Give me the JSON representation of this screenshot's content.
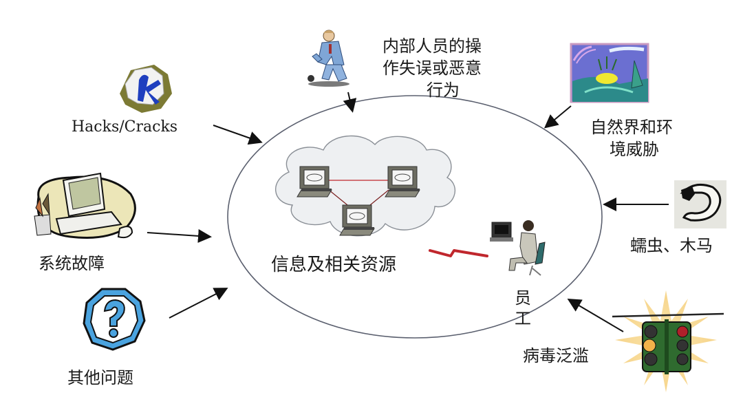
{
  "diagram": {
    "center": {
      "label": "信息及相关资源",
      "employee_label_line1": "员",
      "employee_label_line2": "工"
    },
    "threats": [
      {
        "id": "hacks",
        "label": "Hacks/Cracks",
        "icon": "hacker-k-icon"
      },
      {
        "id": "insider",
        "label_lines": [
          "内部人员的操",
          "作失误或恶意",
          "行为"
        ],
        "icon": "businessman-icon"
      },
      {
        "id": "nature",
        "label_lines": [
          "自然界和环",
          "境威胁"
        ],
        "icon": "landscape-sun-icon"
      },
      {
        "id": "worm",
        "label": "蠕虫、木马",
        "icon": "worm-icon"
      },
      {
        "id": "virus",
        "label": "病毒泛滥",
        "icon": "traffic-light-icon"
      },
      {
        "id": "system",
        "label": "系统故障",
        "icon": "computer-icon"
      },
      {
        "id": "other",
        "label": "其他问题",
        "icon": "question-mark-icon"
      }
    ],
    "colors": {
      "ellipse": "#5a5f6e",
      "arrow": "#111111",
      "link_red": "#c0272d",
      "cloud_fill": "#eef0f2",
      "question_blue": "#4aa3df",
      "traffic_green": "#2f6b2f"
    }
  }
}
